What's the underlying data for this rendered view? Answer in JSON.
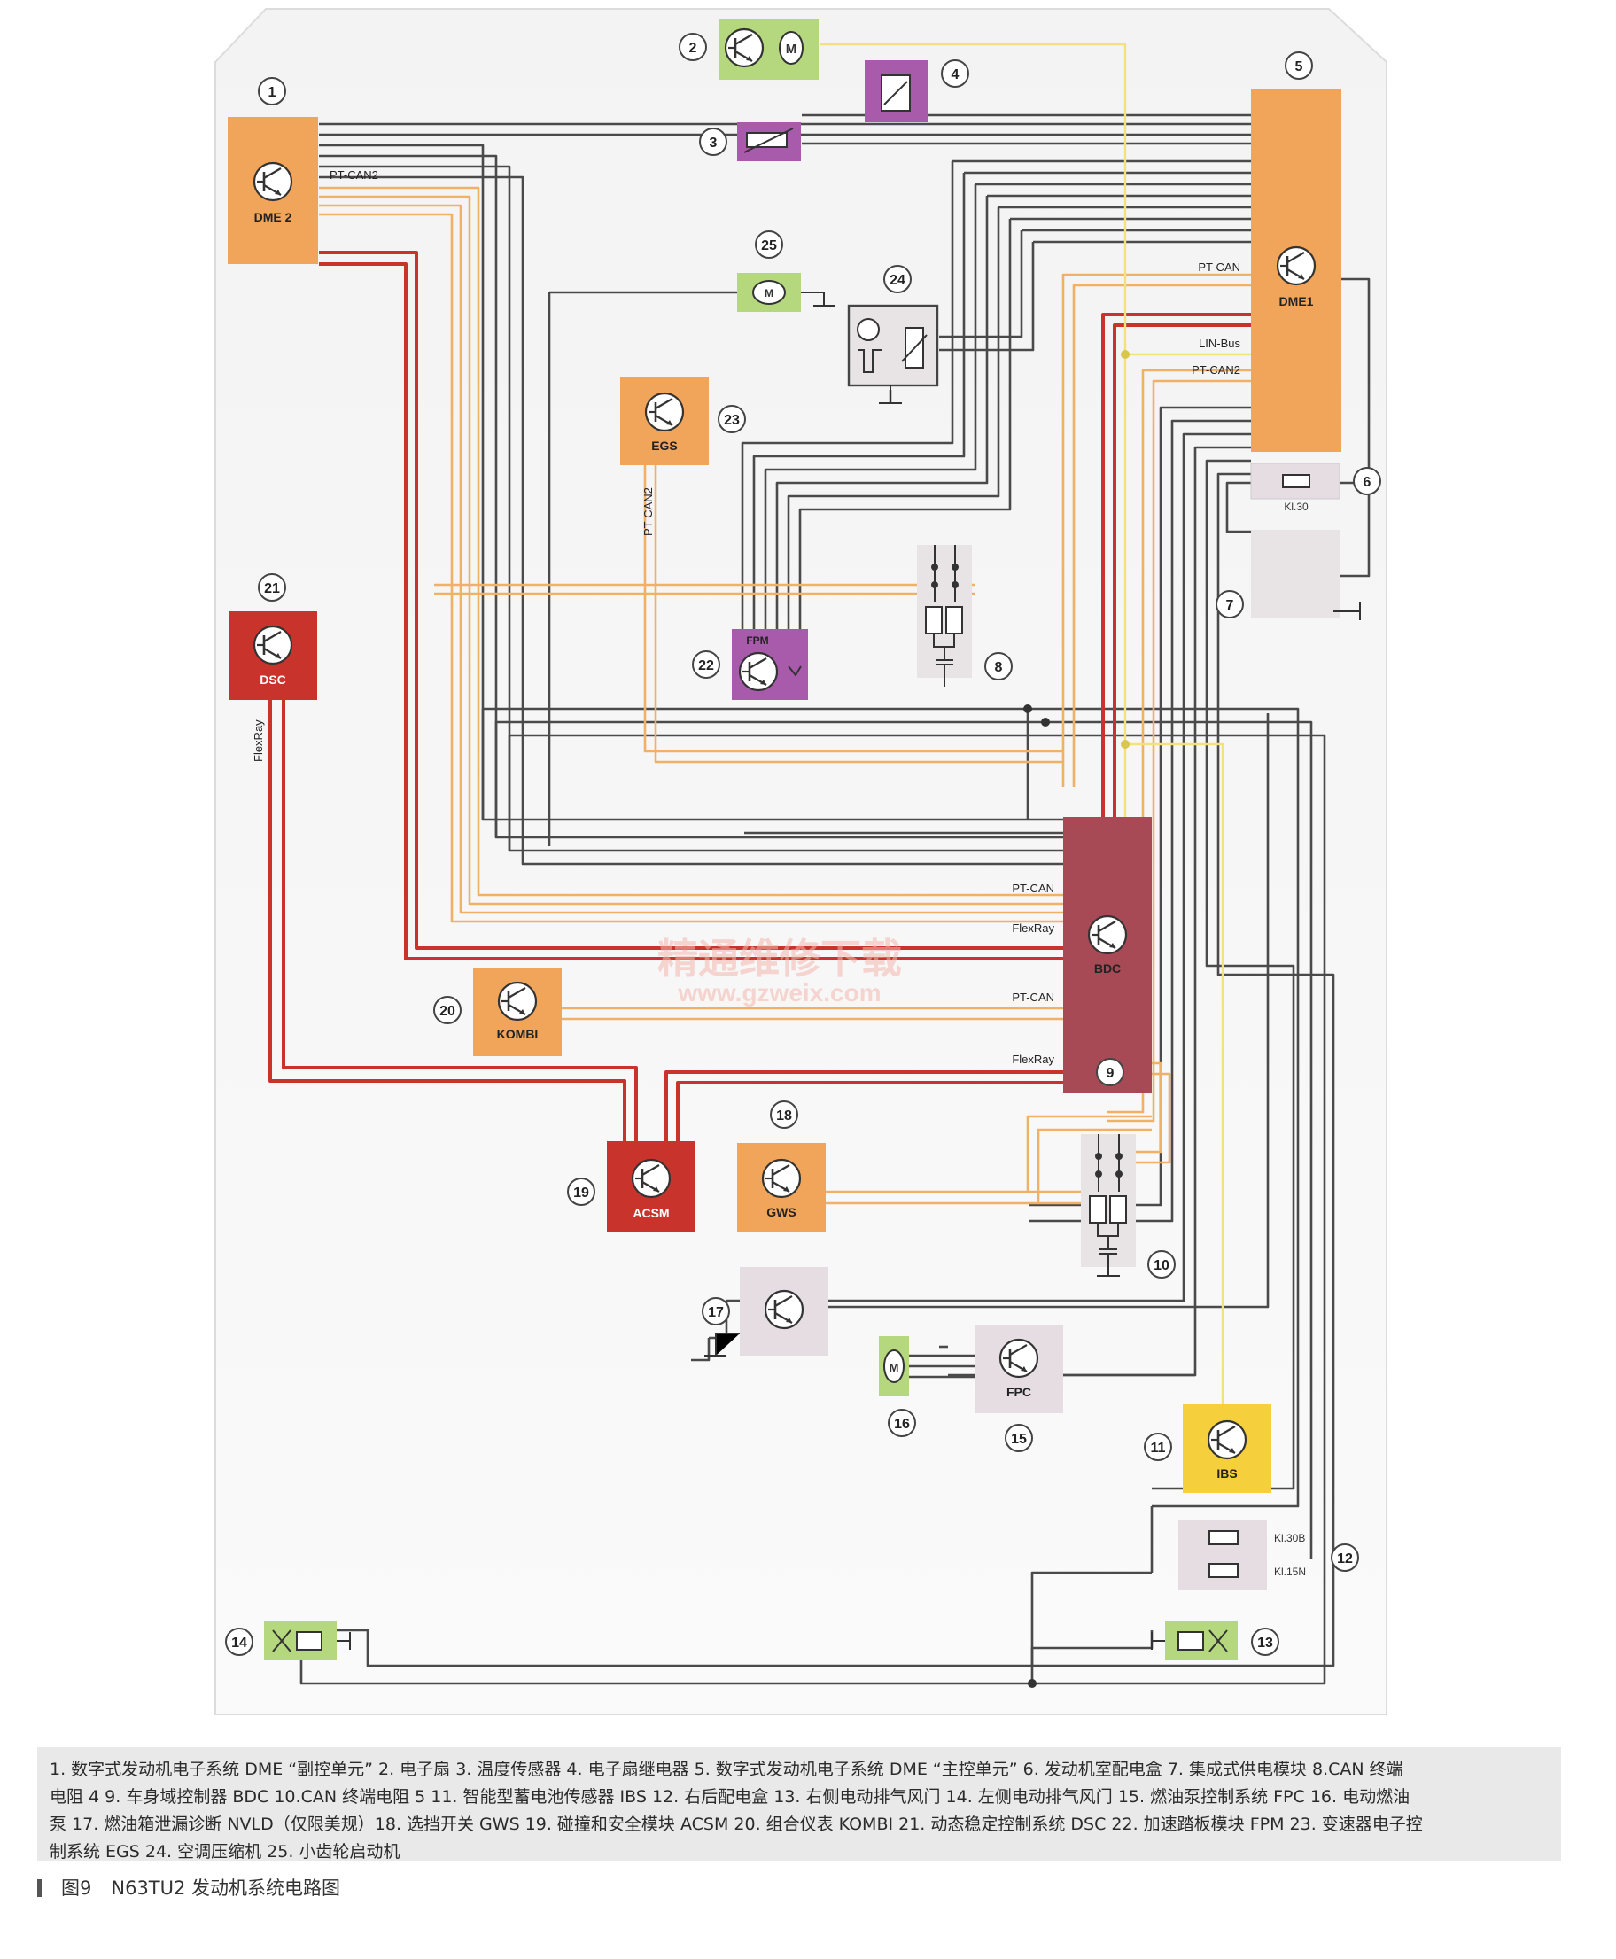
{
  "modules": {
    "dme2": {
      "label": "DME 2",
      "num": "1",
      "color": "#f0a55a"
    },
    "fan": {
      "num": "2",
      "color": "#b5d77e"
    },
    "temp_sensor": {
      "num": "3",
      "color": "#a85bab"
    },
    "fan_relay": {
      "num": "4",
      "color": "#a85bab"
    },
    "dme1": {
      "label": "DME1",
      "num": "5",
      "color": "#f0a55a"
    },
    "fuse_box_engine": {
      "label": "Kl.30",
      "num": "6"
    },
    "power_module": {
      "num": "7"
    },
    "can_term4": {
      "num": "8"
    },
    "bdc": {
      "label": "BDC",
      "num": "9",
      "color": "#a84a55"
    },
    "can_term5": {
      "num": "10"
    },
    "ibs": {
      "label": "IBS",
      "num": "11",
      "color": "#f5cf3c"
    },
    "rear_fuse_box": {
      "label_a": "Kl.30B",
      "label_b": "Kl.15N",
      "num": "12"
    },
    "right_flap": {
      "num": "13",
      "color": "#b5d77e"
    },
    "left_flap": {
      "num": "14",
      "color": "#b5d77e"
    },
    "fpc": {
      "label": "FPC",
      "num": "15",
      "color": "#e5dde2"
    },
    "fuel_pump": {
      "num": "16",
      "color": "#b5d77e"
    },
    "nvld": {
      "num": "17",
      "color": "#e5dde2"
    },
    "gws": {
      "label": "GWS",
      "num": "18",
      "color": "#f0a55a"
    },
    "acsm": {
      "label": "ACSM",
      "num": "19",
      "color": "#c8332b"
    },
    "kombi": {
      "label": "KOMBI",
      "num": "20",
      "color": "#f0a55a"
    },
    "dsc": {
      "label": "DSC",
      "num": "21",
      "color": "#c8332b"
    },
    "fpm": {
      "label": "FPM",
      "num": "22",
      "color": "#a85bab"
    },
    "egs": {
      "label": "EGS",
      "num": "23",
      "color": "#f0a55a"
    },
    "ac_compressor": {
      "num": "24"
    },
    "starter": {
      "num": "25",
      "color": "#b5d77e"
    }
  },
  "bus_labels": {
    "dme2_ptcan2": "PT-CAN2",
    "dme1_ptcan": "PT-CAN",
    "dme1_linbus": "LIN-Bus",
    "dme1_ptcan2": "PT-CAN2",
    "egs_ptcan2": "PT-CAN2",
    "dsc_flexray": "FlexRay",
    "bdc_ptcan_top": "PT-CAN",
    "bdc_flexray_top": "FlexRay",
    "bdc_ptcan_bottom": "PT-CAN",
    "bdc_flexray_bottom": "FlexRay"
  },
  "watermark": {
    "line1": "精通维修下载",
    "line2": "www.gzweix.com"
  },
  "caption": {
    "line1": "1. 数字式发动机电子系统 DME “副控单元” 2. 电子扇  3. 温度传感器  4. 电子扇继电器  5. 数字式发动机电子系统 DME “主控单元” 6. 发动机室配电盒  7. 集成式供电模块  8.CAN 终端",
    "line2": "电阻 4   9. 车身域控制器 BDC  10.CAN 终端电阻 5  11. 智能型蓄电池传感器 IBS  12. 右后配电盒  13. 右侧电动排气风门  14. 左侧电动排气风门  15. 燃油泵控制系统 FPC  16. 电动燃油",
    "line3": "泵  17. 燃油箱泄漏诊断 NVLD（仅限美规）18. 选挡开关 GWS  19. 碰撞和安全模块 ACSM  20. 组合仪表 KOMBI  21. 动态稳定控制系统 DSC  22. 加速踏板模块 FPM  23. 变速器电子控",
    "line4": "制系统 EGS  24. 空调压缩机  25. 小齿轮启动机"
  },
  "figure": {
    "number": "图9",
    "title": "N63TU2 发动机系统电路图"
  },
  "colors": {
    "wire_gray": "#4a4a4a",
    "wire_orange": "#f0b066",
    "wire_red": "#c8332b",
    "wire_yellow": "#f3e27a",
    "callout_fill": "#ffffff",
    "callout_stroke": "#444444"
  }
}
